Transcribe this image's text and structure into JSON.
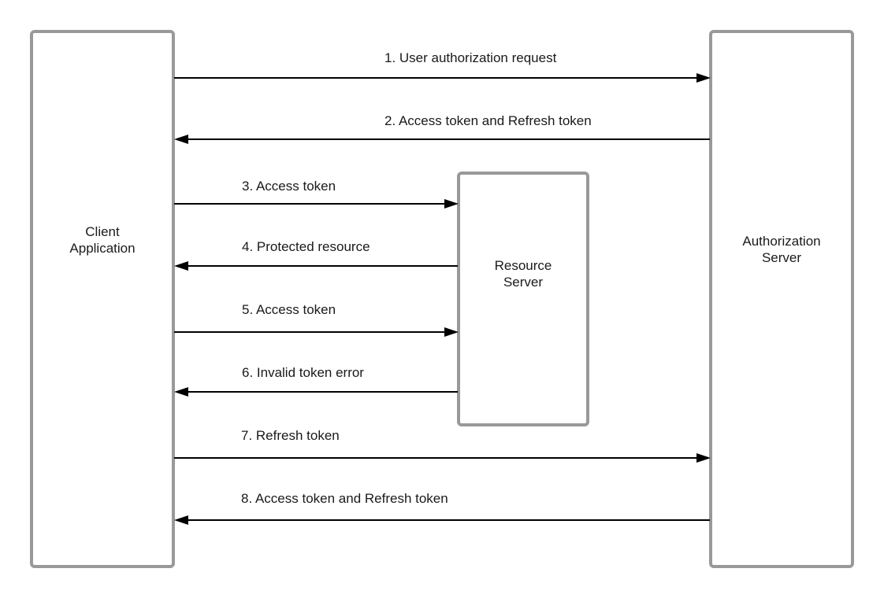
{
  "participants": {
    "client": {
      "label_lines": [
        "Client",
        "Application"
      ]
    },
    "resource": {
      "label_lines": [
        "Resource",
        "Server"
      ]
    },
    "auth": {
      "label_lines": [
        "Authorization",
        "Server"
      ]
    }
  },
  "messages": [
    {
      "label": "1. User authorization request",
      "from": "client",
      "to": "auth"
    },
    {
      "label": "2. Access token and Refresh token",
      "from": "auth",
      "to": "client"
    },
    {
      "label": "3. Access token",
      "from": "client",
      "to": "resource"
    },
    {
      "label": "4. Protected resource",
      "from": "resource",
      "to": "client"
    },
    {
      "label": "5. Access token",
      "from": "client",
      "to": "resource"
    },
    {
      "label": "6. Invalid token error",
      "from": "resource",
      "to": "client"
    },
    {
      "label": "7. Refresh token",
      "from": "client",
      "to": "auth"
    },
    {
      "label": "8. Access token and Refresh token",
      "from": "auth",
      "to": "client"
    }
  ]
}
